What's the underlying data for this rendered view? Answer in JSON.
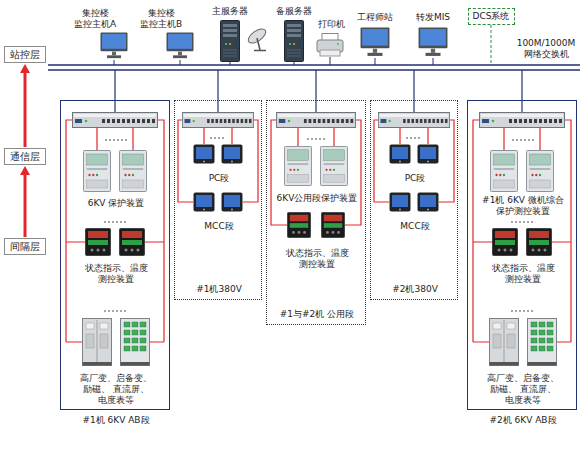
{
  "diagram": {
    "nodes": [
      {
        "text": [
          "站控层"
        ]
      },
      {
        "text": [
          "通信层"
        ]
      },
      {
        "text": [
          "间隔层"
        ]
      },
      {
        "text": [
          "DCS系统"
        ]
      },
      {
        "text": [
          "#1机 6KV AB段",
          "6KV 保护装置",
          "状态指示、温度 测控装置",
          "高厂变、启备变、励磁、 直流屏、电度表等"
        ]
      },
      {
        "text": [
          "#1机380V",
          "PC段",
          "MCC段"
        ]
      },
      {
        "text": [
          "#1与#2机 公用段",
          "6KV公用段保护装置",
          "状态指示、温度 测控装置"
        ]
      },
      {
        "text": [
          "#2机380V",
          "PC段",
          "MCC段"
        ]
      },
      {
        "text": [
          "#2机 6KV AB段",
          "#1机 6KV 微机综合 保护测控装置",
          "状态指示、温度 测控装置",
          "高厂变、启备变、励磁、 直流屏、电度表等"
        ]
      }
    ],
    "edges": [
      {
        "from": 2,
        "to": 1,
        "arrow": "to"
      },
      {
        "from": 1,
        "to": 0,
        "arrow": "to"
      }
    ],
    "labels": [
      "集控楼 监控主机A",
      "集控楼 监控主机B",
      "主服务器",
      "备服务器",
      "打印机",
      "工程师站",
      "转发MIS",
      "100M/1000M 网络交换机"
    ]
  }
}
